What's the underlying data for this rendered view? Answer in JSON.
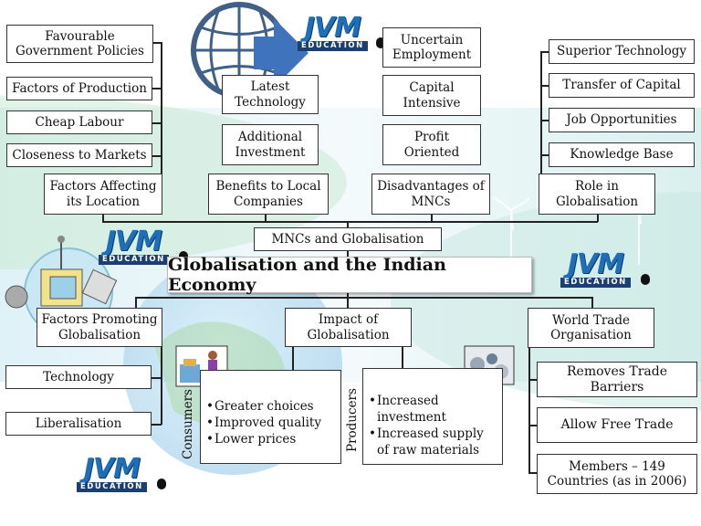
{
  "title": "Globalisation and the Indian Economy",
  "center": "MNCs and Globalisation",
  "logo": {
    "brand": "JVM",
    "sub": "EDUCATION"
  },
  "top_left": {
    "header": "Factors Affecting its Location",
    "items": [
      "Favourable Government Policies",
      "Factors of Production",
      "Cheap Labour",
      "Closeness to Markets"
    ]
  },
  "benefits": {
    "header": "Benefits to Local Companies",
    "items": [
      "Latest Technology",
      "Additional Investment"
    ]
  },
  "disadvantages": {
    "header": "Disadvantages of MNCs",
    "items": [
      "Uncertain Employment",
      "Capital Intensive",
      "Profit Oriented"
    ]
  },
  "role": {
    "header": "Role in Globalisation",
    "items": [
      "Superior Technology",
      "Transfer of Capital",
      "Job Opportunities",
      "Knowledge Base"
    ]
  },
  "promoting": {
    "header": "Factors Promoting Globalisation",
    "items": [
      "Technology",
      "Liberalisation"
    ]
  },
  "impact": {
    "header": "Impact of Globalisation",
    "consumers": {
      "label": "Consumers",
      "items": [
        "Greater choices",
        "Improved quality",
        "Lower prices"
      ]
    },
    "producers": {
      "label": "Producers",
      "items": [
        "Increased investment",
        "Increased supply of raw materials"
      ]
    }
  },
  "wto": {
    "header": "World Trade Organisation",
    "items": [
      "Removes Trade Barriers",
      "Allow Free Trade",
      "Members – 149 Countries (as in 2006)"
    ]
  }
}
